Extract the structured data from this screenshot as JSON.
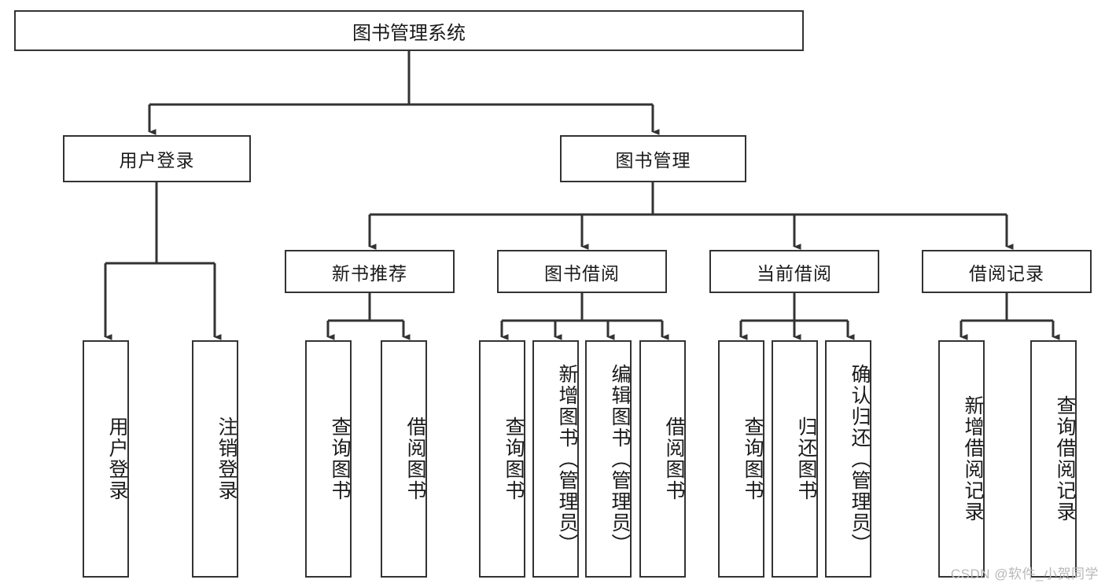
{
  "diagram": {
    "title": "图书管理系统",
    "type": "tree-hierarchy",
    "root": {
      "label": "图书管理系统"
    },
    "level2": [
      {
        "label": "用户登录"
      },
      {
        "label": "图书管理"
      }
    ],
    "level3": [
      {
        "label": "新书推荐"
      },
      {
        "label": "图书借阅"
      },
      {
        "label": "当前借阅"
      },
      {
        "label": "借阅记录"
      }
    ],
    "leaves": {
      "user_login": [
        {
          "label": "用户登录"
        },
        {
          "label": "注销登录"
        }
      ],
      "new_book_recommend": [
        {
          "label": "查询图书"
        },
        {
          "label": "借阅图书"
        }
      ],
      "book_borrow": [
        {
          "label": "查询图书"
        },
        {
          "label": "新增图书（管理员）"
        },
        {
          "label": "编辑图书（管理员）"
        },
        {
          "label": "借阅图书"
        }
      ],
      "current_borrow": [
        {
          "label": "查询图书"
        },
        {
          "label": "归还图书"
        },
        {
          "label": "确认归还（管理员）"
        }
      ],
      "borrow_record": [
        {
          "label": "新增借阅记录"
        },
        {
          "label": "查询借阅记录"
        }
      ]
    },
    "watermark": "CSDN @软件_小贺同学",
    "colors": {
      "stroke": "#333333",
      "background": "#ffffff",
      "text": "#1a1a1a",
      "watermark": "#b8b8b8"
    }
  }
}
